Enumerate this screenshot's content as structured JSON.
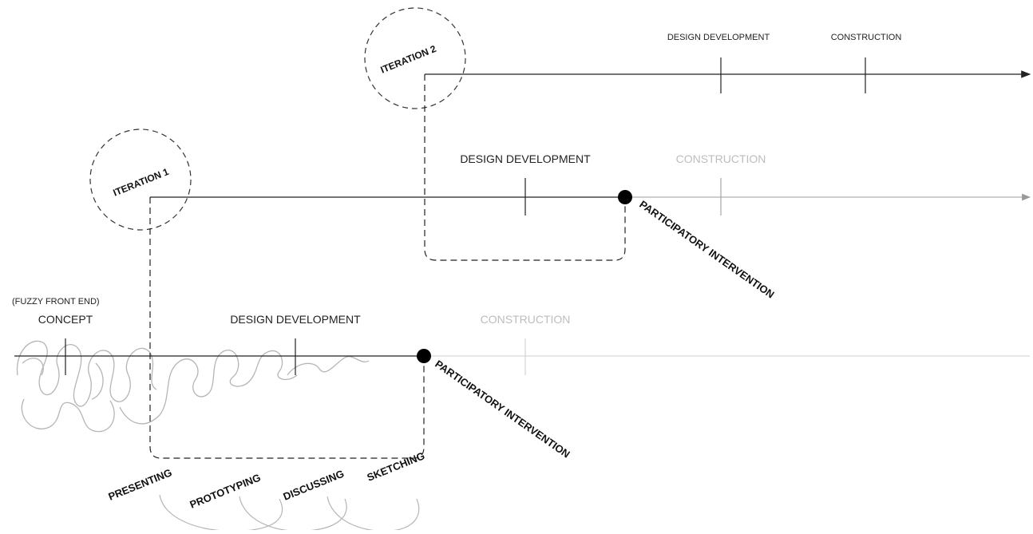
{
  "iterations": {
    "one": "ITERATION 1",
    "two": "ITERATION 2"
  },
  "timeline_top": {
    "design_development": "DESIGN DEVELOPMENT",
    "construction": "CONSTRUCTION"
  },
  "timeline_middle": {
    "design_development": "DESIGN DEVELOPMENT",
    "construction": "CONSTRUCTION",
    "intervention": "PARTICIPATORY INTERVENTION"
  },
  "timeline_bottom": {
    "fuzzy_front_end": "(FUZZY FRONT END)",
    "concept": "CONCEPT",
    "design_development": "DESIGN DEVELOPMENT",
    "construction": "CONSTRUCTION",
    "intervention": "PARTICIPATORY INTERVENTION"
  },
  "activities": [
    "PRESENTING",
    "PROTOTYPING",
    "DISCUSSING",
    "SKETCHING"
  ],
  "colors": {
    "line": "#222222",
    "faded_line": "#9e9e9e",
    "faded_text": "#bdbdbd",
    "scribble": "#b5b5b5"
  }
}
